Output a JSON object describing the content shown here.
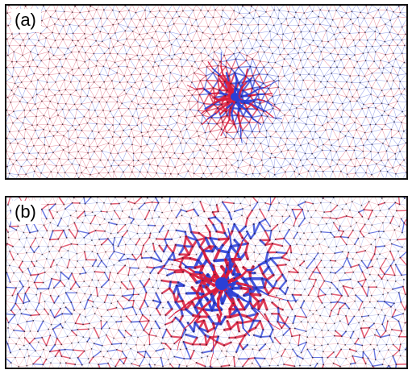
{
  "panels": [
    {
      "id": "a",
      "label": "(a)"
    },
    {
      "id": "b",
      "label": "(b)"
    }
  ],
  "colors": {
    "positive_force": "#d81b3c",
    "negative_force": "#2b3fd6",
    "particle": "#222222",
    "frame": "#111111"
  }
}
